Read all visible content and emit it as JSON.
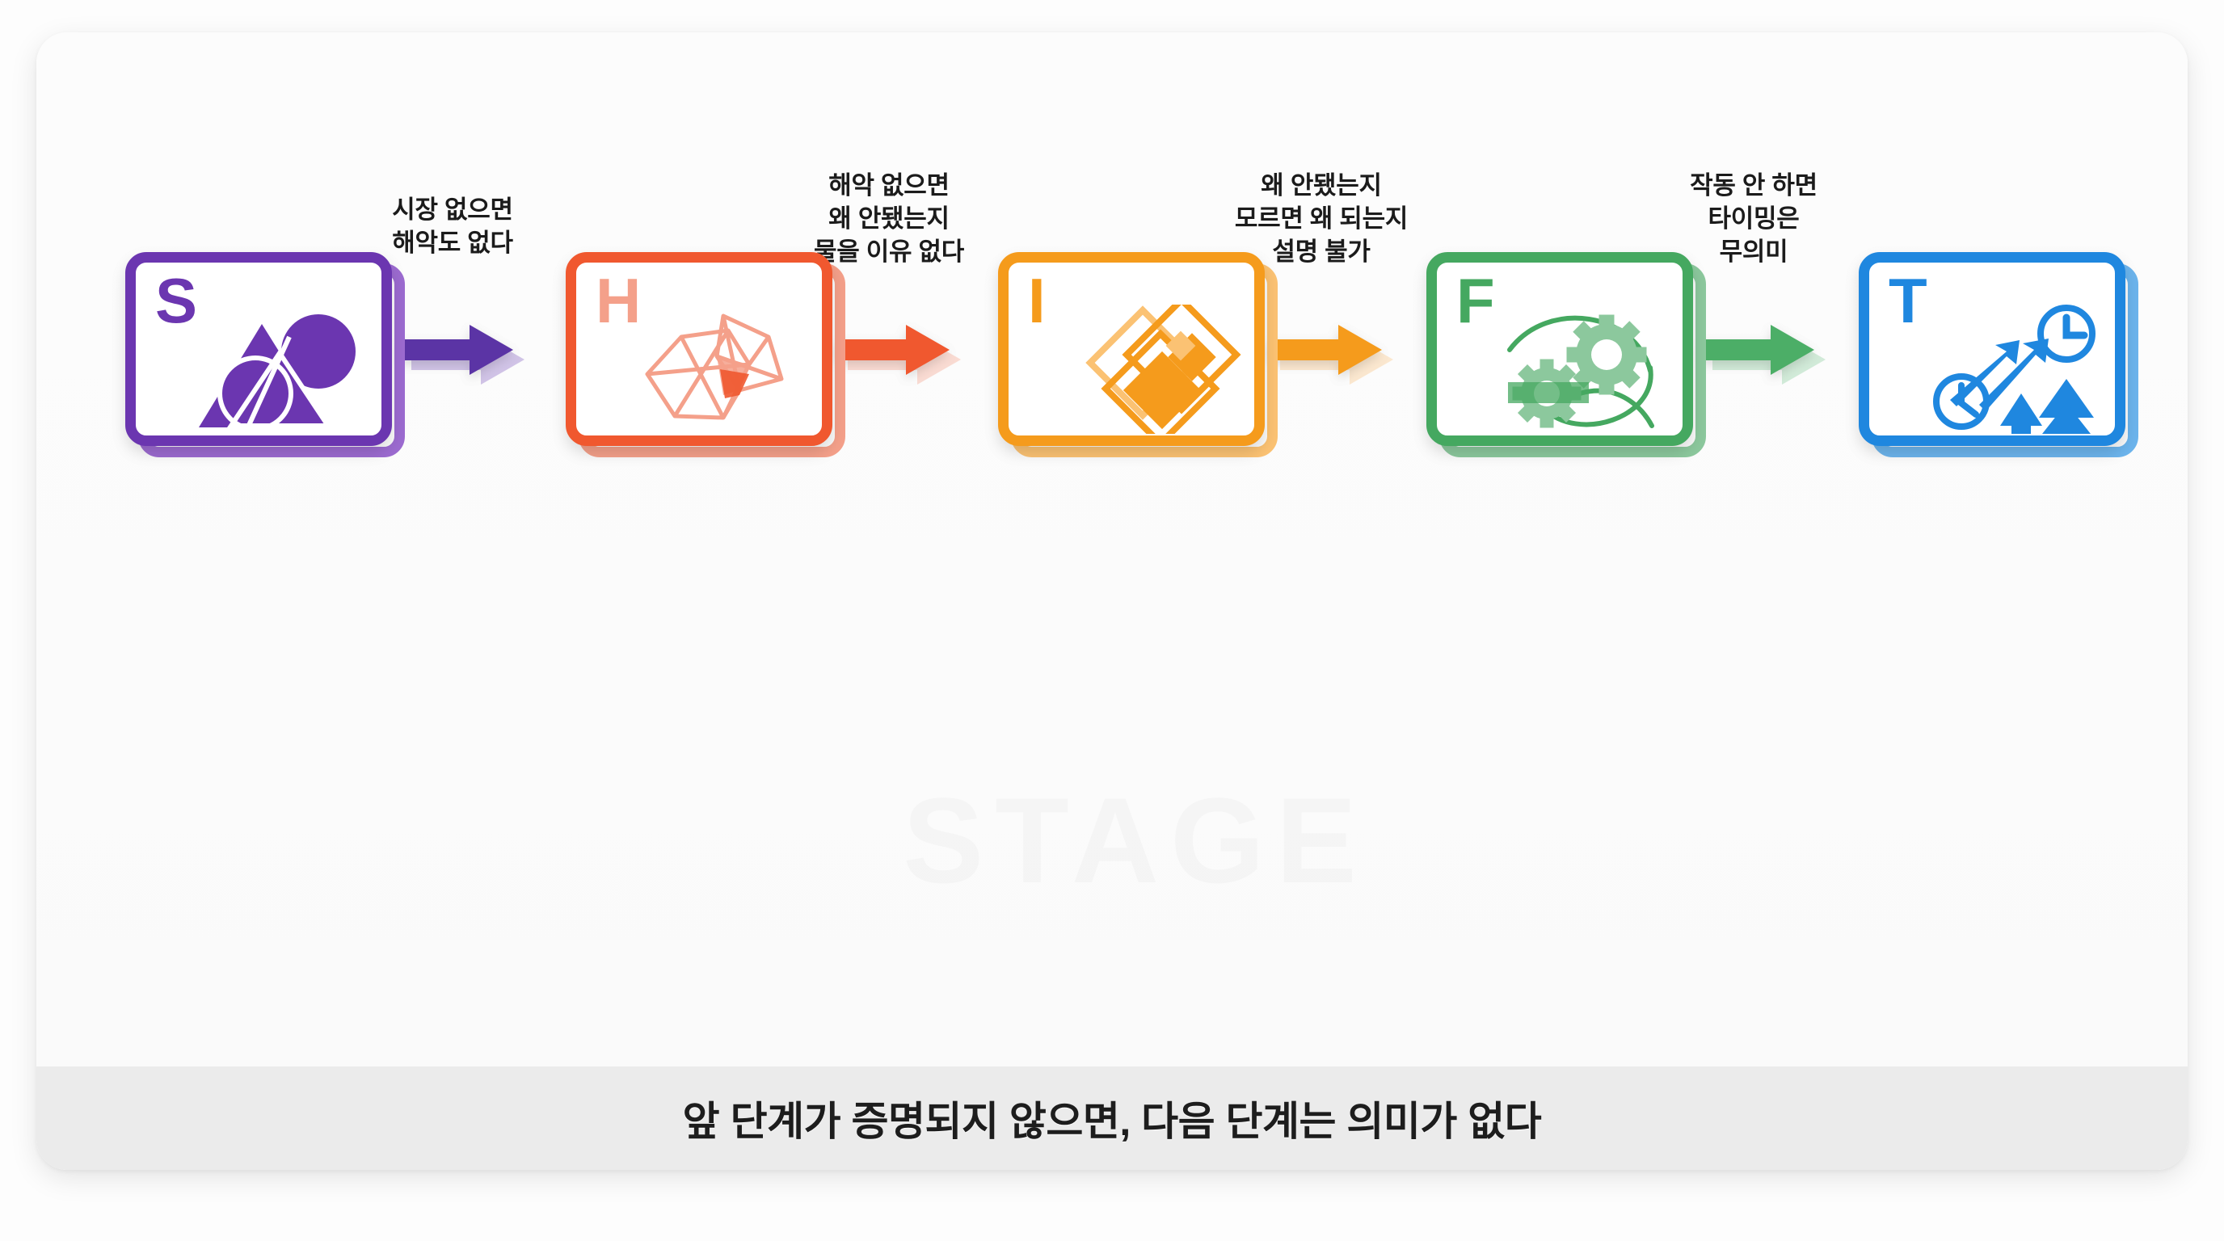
{
  "panel": {
    "watermark": "STAGE"
  },
  "flow": {
    "steps": [
      {
        "letter": "S",
        "color": "#6B36B0",
        "light": "#9C6BD0",
        "icon": "shapes-market-icon",
        "name": "stage-card-s"
      },
      {
        "letter": "H",
        "color": "#F0582F",
        "light": "#F4A08A",
        "icon": "network-polygon-icon",
        "name": "stage-card-h"
      },
      {
        "letter": "I",
        "color": "#F59B1C",
        "light": "#FBC273",
        "icon": "overlapping-diamonds-icon",
        "name": "stage-card-i"
      },
      {
        "letter": "F",
        "color": "#45A860",
        "light": "#8CC89D",
        "icon": "gears-orbit-icon",
        "name": "stage-card-f"
      },
      {
        "letter": "T",
        "color": "#1F87DF",
        "light": "#6CB4EC",
        "icon": "clock-arrows-icon",
        "name": "stage-card-t"
      }
    ],
    "arrows": [
      {
        "color": "#5B34A5",
        "light": "#8C6BC6",
        "name": "arrow-s-to-h"
      },
      {
        "color": "#F0582F",
        "light": "#F7A892",
        "name": "arrow-h-to-i"
      },
      {
        "color": "#F59B1C",
        "light": "#FBC98A",
        "name": "arrow-i-to-f"
      },
      {
        "color": "#4CAE67",
        "light": "#8FD0A2",
        "name": "arrow-f-to-t"
      }
    ],
    "labels": [
      "시장 없으면\n해악도 없다",
      "해악 없으면\n왜 안됐는지\n물을 이유 없다",
      "왜 안됐는지\n모르면 왜 되는지\n설명 불가",
      "작동 안 하면\n타이밍은\n무의미"
    ]
  },
  "footer": {
    "caption": "앞 단계가 증명되지 않으면, 다음 단계는 의미가 없다"
  }
}
